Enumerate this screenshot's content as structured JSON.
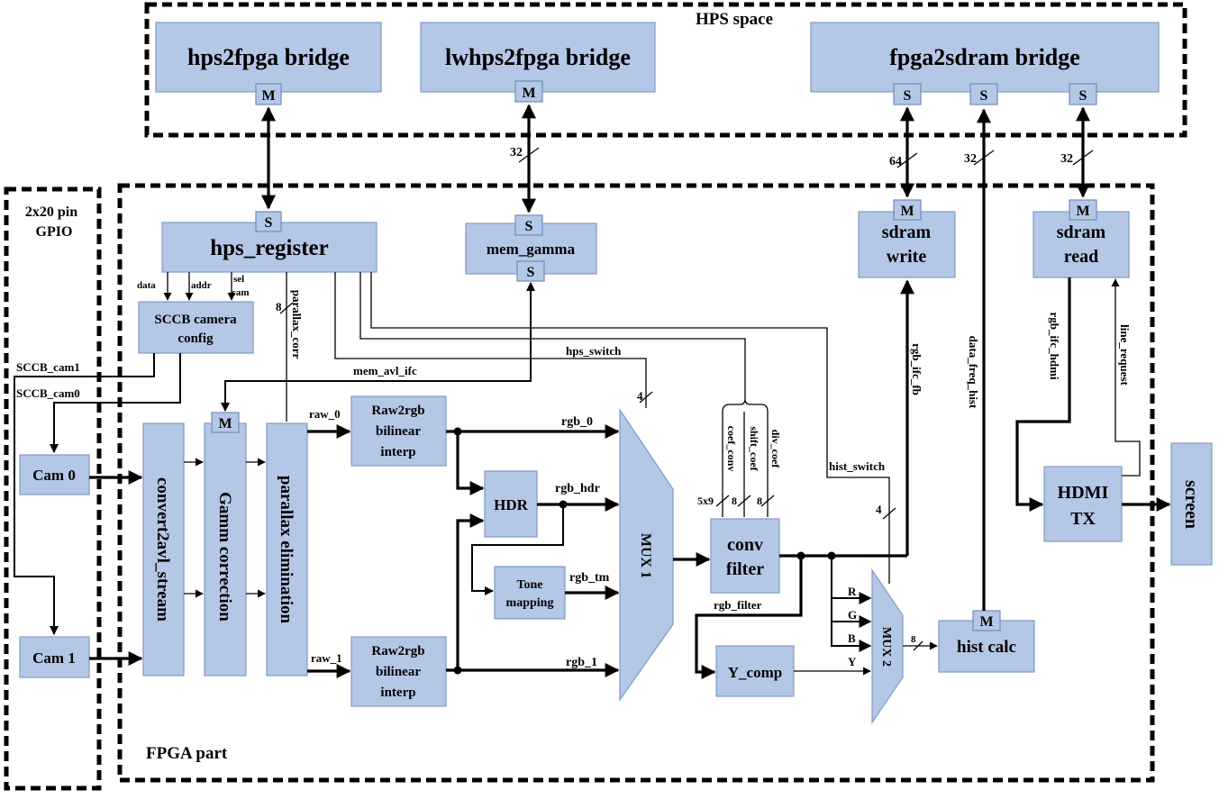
{
  "regions": {
    "hps_space": "HPS space",
    "fpga_part": "FPGA part",
    "gpio": [
      "2x20 pin",
      "GPIO"
    ]
  },
  "blocks": {
    "hps2fpga_bridge": "hps2fpga bridge",
    "lwhps2fpga_bridge": "lwhps2fpga bridge",
    "fpga2sdram_bridge": "fpga2sdram bridge",
    "hps_register": "hps_register",
    "mem_gamma": "mem_gamma",
    "sdram_write": [
      "sdram",
      "write"
    ],
    "sdram_read": [
      "sdram",
      "read"
    ],
    "sccb_camera_config": [
      "SCCB camera",
      "config"
    ],
    "cam0": "Cam 0",
    "cam1": "Cam 1",
    "convert2avl_stream": "convert2avl_stream",
    "gamma_correction": "Gamm correction",
    "parallax_elimination": "parallax elimination",
    "raw2rgb_top": [
      "Raw2rgb",
      "bilinear",
      "interp"
    ],
    "raw2rgb_bottom": [
      "Raw2rgb",
      "bilinear",
      "interp"
    ],
    "hdr": "HDR",
    "tone_mapping": [
      "Tone",
      "mapping"
    ],
    "mux1": "MUX 1",
    "conv_filter": [
      "conv",
      "filter"
    ],
    "y_comp": "Y_comp",
    "mux2": "MUX 2",
    "hist_calc": "hist calc",
    "hdmi_tx": [
      "HDMI",
      "TX"
    ],
    "screen": "screen"
  },
  "ports": {
    "master": "M",
    "slave": "S"
  },
  "signals": {
    "data": "data",
    "addr": "addr",
    "sel_cam": [
      "sel",
      "cam"
    ],
    "parallax_corr": "parallax_corr",
    "parallax_corr_width": "8",
    "sccb_cam1": "SCCB_cam1",
    "sccb_cam0": "SCCB_cam0",
    "mem_avl_ifc": "mem_avl_ifc",
    "hps_switch": "hps_switch",
    "hps_switch_width": "4",
    "raw_0": "raw_0",
    "raw_1": "raw_1",
    "rgb_0": "rgb_0",
    "rgb_1": "rgb_1",
    "rgb_hdr": "rgb_hdr",
    "rgb_tm": "rgb_tm",
    "coef_conv": "coef_conv",
    "shift_coef": "shift_coef",
    "div_coef": "div_coef",
    "coef_conv_width": "5x9",
    "shift_coef_width": "8",
    "div_coef_width": "8",
    "rgb_filter": "rgb_filter",
    "hist_switch": "hist_switch",
    "hist_switch_width": "4",
    "r": "R",
    "g": "G",
    "b": "B",
    "y": "Y",
    "mux2_out_width": "8",
    "rgb_ifc_fb": "rgb_ifc_fb",
    "data_freq_hist": "data_freq_hist",
    "rgb_ifc_hdmi": "rgb_ifc_hdmi",
    "line_request": "line_request",
    "bus_width_lw": "32",
    "bus_width_write": "64",
    "bus_width_hist": "32",
    "bus_width_read": "32"
  }
}
